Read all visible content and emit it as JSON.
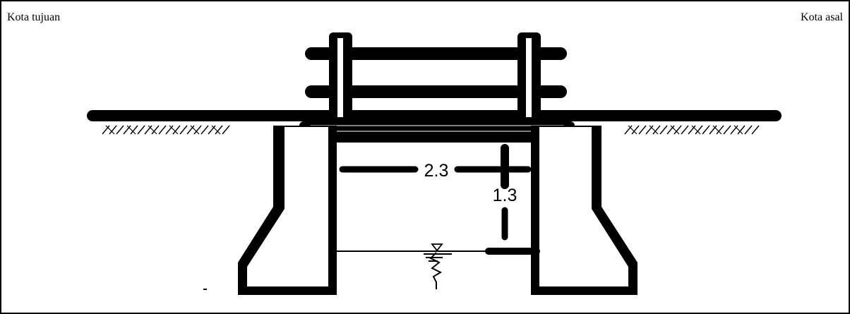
{
  "labels": {
    "left": "Kota tujuan",
    "right": "Kota asal"
  },
  "dimensions": {
    "width": "2.3",
    "height": "1.3"
  }
}
